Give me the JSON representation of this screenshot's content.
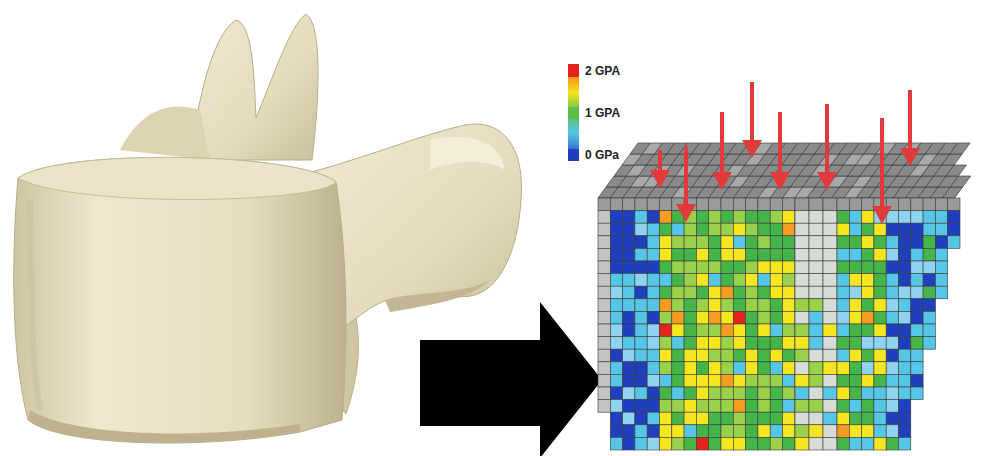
{
  "diagram": {
    "legend": [
      {
        "text": "2 GPA",
        "color": "#e3231c"
      },
      {
        "text": "1 GPA",
        "color": "#5cbf4a"
      },
      {
        "text": "0 GPa",
        "color": "#1f3fbf"
      }
    ]
  }
}
